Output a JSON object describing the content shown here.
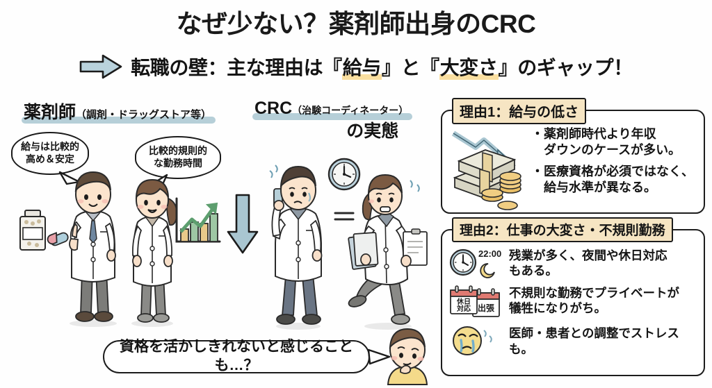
{
  "title": {
    "text": "なぜ少ない？薬剤師出身のCRC",
    "highlight_color": "#f0c063"
  },
  "subtitle": {
    "arrow_icon": "right-arrow-icon",
    "part1": "転職の壁：主な理由は『",
    "highlight1": "給与",
    "part2": "』と『",
    "highlight2": "大変さ",
    "part3": "』のギャップ！",
    "highlight_color": "#fadfa0"
  },
  "left_section": {
    "heading_main": "薬剤師",
    "heading_sub": "（調剤・ドラッグストア等）",
    "heading_highlight_color": "#b6cfd8",
    "bubbles": [
      {
        "id": "salary",
        "line1": "給与は比較的",
        "line2": "高め＆安定"
      },
      {
        "id": "hours",
        "line1": "比較的規則的",
        "line2": "な勤務時間"
      }
    ],
    "illustration_names": [
      "pill-bottle-icon",
      "capsule-icon",
      "male-pharmacist-figure",
      "female-pharmacist-figure",
      "growth-bar-chart-icon"
    ],
    "chart_bar_colors": [
      "#e8c98a",
      "#9ec7a4",
      "#e8c98a",
      "#9ec7a4"
    ],
    "down_arrow_color": "#a9c6d1"
  },
  "middle_section": {
    "heading_main": "CRC",
    "heading_sub": "（治験コーディネーター）",
    "heading_line2": "の実態",
    "heading_highlight_color": "#b6cfd8",
    "illustration_names": [
      "stressed-male-crc-figure",
      "wall-clock-icon",
      "rushing-female-crc-figure",
      "clipboard-icon",
      "sweat-drop-icon"
    ]
  },
  "bottom_bubble": {
    "text": "資格を活かしきれないと感じることも…？",
    "thinker_figure": "thinking-person-figure"
  },
  "panels": [
    {
      "id": "reason1",
      "label": "理由1：給与の低さ",
      "label_bg": "#f6e5c3",
      "icon": "money-stack-down-arrow-icon",
      "bullets": [
        {
          "line1": "・薬剤師時代より年収",
          "line2": "　ダウンのケースが多い。"
        },
        {
          "line1": "・医療資格が必須ではなく、",
          "line2": "　給与水準が異なる。"
        }
      ]
    },
    {
      "id": "reason2",
      "label": "理由2：仕事の大変さ・不規則勤務",
      "label_bg": "#f6e5c3",
      "rows": [
        {
          "icon": "clock-moon-icon",
          "icon_time_label": "22:00",
          "line1": "残業が多く、夜間や休日対応",
          "line2": "もある。"
        },
        {
          "icon": "calendar-pair-icon",
          "calendar1_label_l1": "休日",
          "calendar1_label_l2": "対応",
          "calendar2_label": "出張",
          "line1": "不規則な勤務でプライベートが",
          "line2": "犠牲になりがち。"
        },
        {
          "icon": "crying-face-icon",
          "line1": "医師・患者との調整でストレスも。",
          "line2": ""
        }
      ]
    }
  ]
}
